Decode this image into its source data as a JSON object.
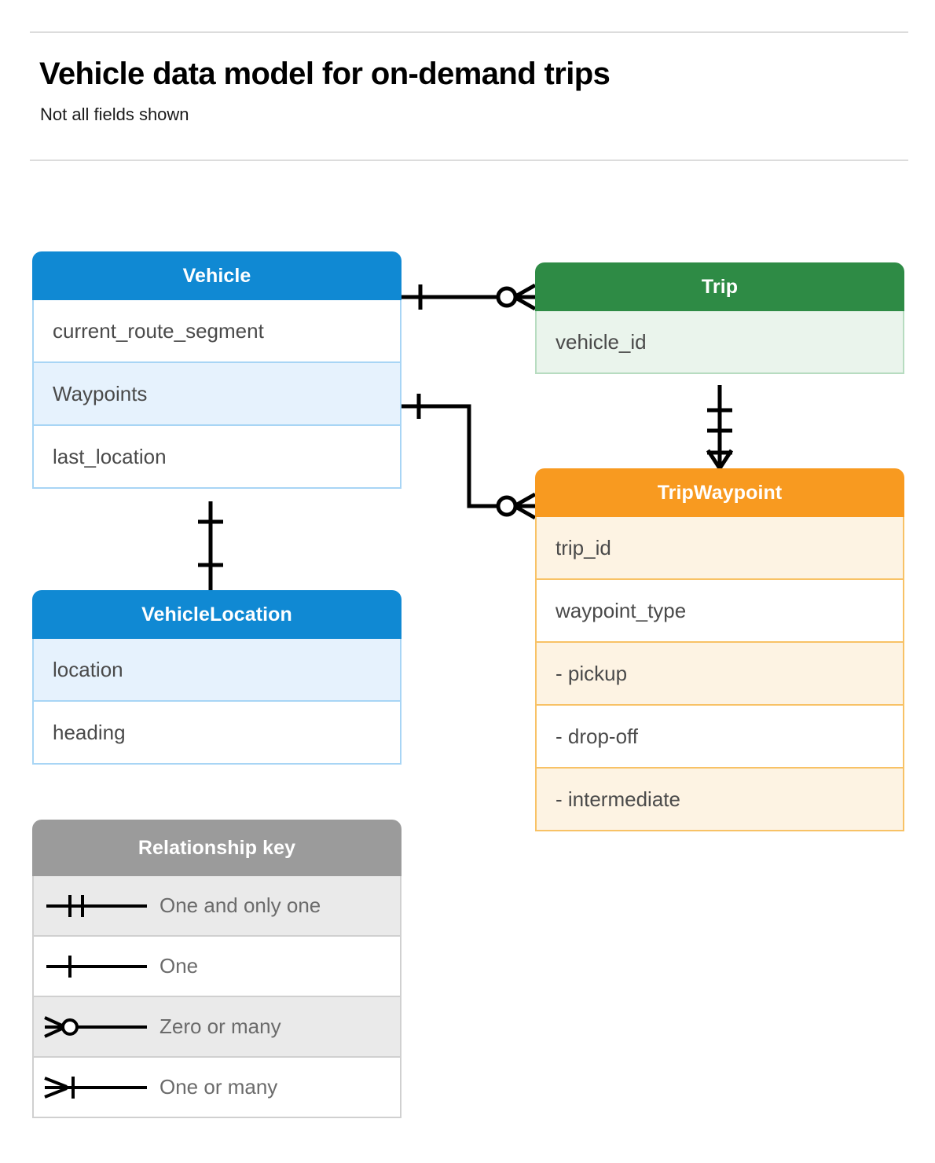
{
  "header": {
    "title": "Vehicle data model for on-demand trips",
    "subtitle": "Not all fields shown"
  },
  "colors": {
    "blue_header": "#1089d3",
    "blue_field_alt": "#e6f2fd",
    "blue_border": "#a8d5f5",
    "green_header": "#2e8b45",
    "green_field_alt": "#eaf4ec",
    "green_border": "#b7dcc0",
    "orange_header": "#f89a20",
    "orange_field_alt": "#fdf3e3",
    "orange_border": "#f8c266",
    "grey_header": "#9b9b9b",
    "grey_field_alt": "#eaeaea",
    "connector_line": "#000000",
    "rule": "#dcdcdc"
  },
  "entities": [
    {
      "name": "Vehicle",
      "theme": "blue",
      "fields": [
        {
          "label": "current_route_segment",
          "shaded": false
        },
        {
          "label": "Waypoints",
          "shaded": true
        },
        {
          "label": "last_location",
          "shaded": false
        }
      ]
    },
    {
      "name": "Trip",
      "theme": "green",
      "fields": [
        {
          "label": "vehicle_id",
          "shaded": true
        }
      ]
    },
    {
      "name": "TripWaypoint",
      "theme": "orange",
      "fields": [
        {
          "label": "trip_id",
          "shaded": true
        },
        {
          "label": "waypoint_type",
          "shaded": false
        },
        {
          "label": "- pickup",
          "shaded": true
        },
        {
          "label": "- drop-off",
          "shaded": false
        },
        {
          "label": "- intermediate",
          "shaded": true
        }
      ]
    },
    {
      "name": "VehicleLocation",
      "theme": "blue",
      "fields": [
        {
          "label": "location",
          "shaded": true
        },
        {
          "label": "heading",
          "shaded": false
        }
      ]
    }
  ],
  "legend": {
    "title": "Relationship key",
    "rows": [
      {
        "label": "One and only one",
        "symbol": "one-and-only-one-symbol",
        "shaded": true
      },
      {
        "label": "One",
        "symbol": "one-symbol",
        "shaded": false
      },
      {
        "label": "Zero or many",
        "symbol": "zero-or-many-symbol",
        "shaded": true
      },
      {
        "label": "One or many",
        "symbol": "one-or-many-symbol",
        "shaded": false
      }
    ]
  },
  "relationships": [
    {
      "from": "Vehicle",
      "to": "Trip",
      "from_cardinality": "One",
      "to_cardinality": "Zero or many"
    },
    {
      "from": "Vehicle.Waypoints",
      "to": "TripWaypoint",
      "from_cardinality": "One",
      "to_cardinality": "Zero or many"
    },
    {
      "from": "Trip",
      "to": "TripWaypoint",
      "from_cardinality": "One and only one",
      "to_cardinality": "One or many"
    },
    {
      "from": "Vehicle",
      "to": "VehicleLocation",
      "from_cardinality": "One",
      "to_cardinality": "One"
    }
  ]
}
